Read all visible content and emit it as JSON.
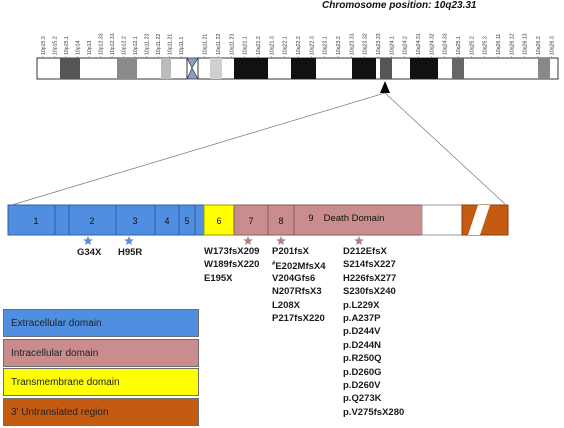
{
  "title": "Chromosome position: 10q23.31",
  "bands": [
    "10p15.3",
    "10p15.2",
    "10p15.1",
    "10p14",
    "10p13",
    "10p12.33",
    "10p12.31",
    "10p12.2",
    "10p12.1",
    "10p11.23",
    "10p11.22",
    "10p11.21",
    "10p11.1",
    "10q11.21",
    "10q11.22",
    "10q11.23",
    "10q21.1",
    "10q21.2",
    "10q21.3",
    "10q22.1",
    "10q22.2",
    "10q22.3",
    "10q23.1",
    "10q23.2",
    "10q23.31",
    "10q23.32",
    "10q23.33",
    "10q24.1",
    "10q24.2",
    "10q24.31",
    "10q24.32",
    "10q24.33",
    "10q25.1",
    "10q25.2",
    "10q25.3",
    "10q26.11",
    "10q26.12",
    "10q26.13",
    "10q26.2",
    "10q26.3"
  ],
  "exons": [
    "1",
    "2",
    "3",
    "4",
    "5",
    "6",
    "7",
    "8",
    "9"
  ],
  "domain_label": "Death Domain",
  "mutations": {
    "exon2": "G34X",
    "exon3": "H95R",
    "exon6": [
      "W173fsX209",
      "W189fsX220",
      "E195X"
    ],
    "exon8": [
      "P201fsX",
      "#E202MfsX4",
      "V204Gfs6",
      "N207RfsX3",
      "L208X",
      "P217fsX220"
    ],
    "exon9": [
      "D212EfsX",
      "S214fsX227",
      "H226fsX277",
      "S230fsX240",
      "p.L229X",
      "p.A237P",
      "p.D244V",
      "p.D244N",
      "p.R250Q",
      "p.D260G",
      "p.D260V",
      "p.Q273K",
      "p.V275fsX280"
    ]
  },
  "legend": [
    {
      "label": "Extracellular domain",
      "color": "#4f8ee0"
    },
    {
      "label": "Intracellular domain",
      "color": "#c98d8d"
    },
    {
      "label": "Transmembrane domain",
      "color": "#ffff00"
    },
    {
      "label": "3' Untranslated region",
      "color": "#c55a11"
    }
  ],
  "colors": {
    "extracellular": "#4f8ee0",
    "intracellular": "#c98d8d",
    "transmembrane": "#ffff00",
    "utr": "#c55a11",
    "star_blue": "#5b8fd1",
    "star_pink": "#b57f7f"
  }
}
